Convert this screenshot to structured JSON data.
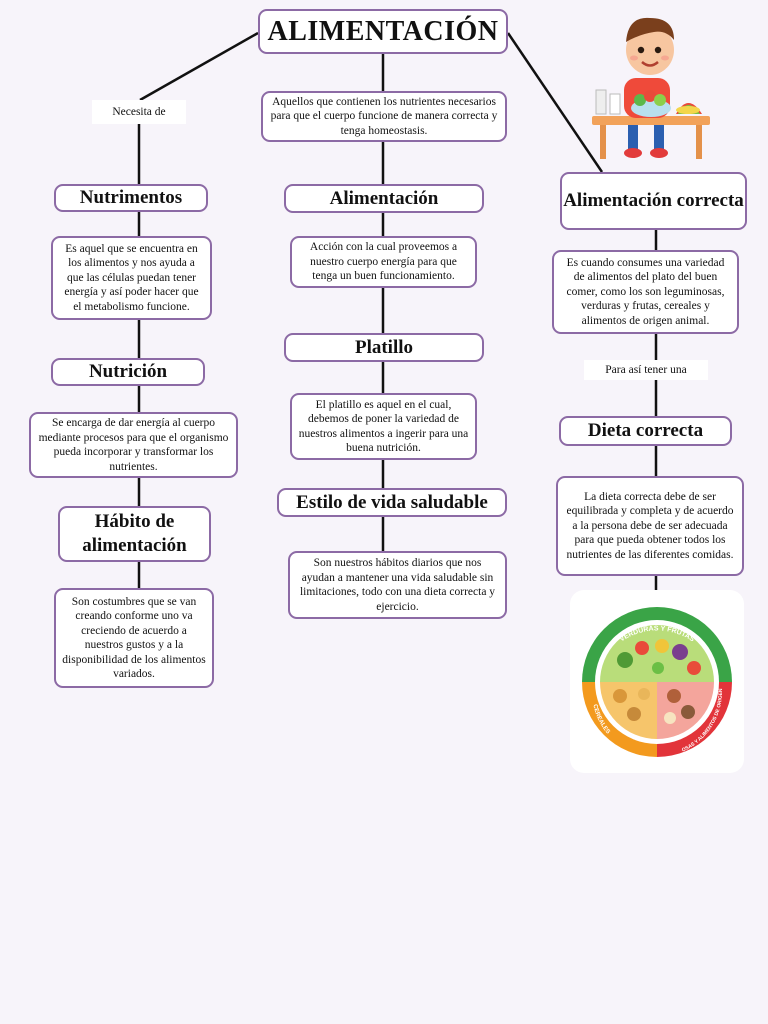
{
  "title": "ALIMENTACIÓN",
  "connector_necesita": "Necesita de",
  "connector_para_asi": "Para así tener una",
  "center_intro": "Aquellos que contienen los nutrientes necesarios para que el cuerpo funcione de manera correcta y tenga homeostasis.",
  "left": {
    "nutrimentos": "Nutrimentos",
    "nutrimentos_desc": "Es aquel que se encuentra en los alimentos y nos ayuda a que las células puedan tener energía y así poder hacer que el metabolismo funcione.",
    "nutricion": "Nutrición",
    "nutricion_desc": "Se encarga de dar energía al cuerpo mediante procesos para que el organismo pueda incorporar y transformar los nutrientes.",
    "habito": "Hábito de alimentación",
    "habito_desc": "Son costumbres que se van creando conforme uno va creciendo de acuerdo a nuestros gustos y a la disponibilidad de los alimentos variados."
  },
  "center": {
    "alimentacion": "Alimentación",
    "alimentacion_desc": "Acción con la cual proveemos a nuestro cuerpo energía para que tenga un buen funcionamiento.",
    "platillo": "Platillo",
    "platillo_desc": "El platillo es aquel en el cual, debemos de poner la variedad de nuestros alimentos a ingerir para una buena nutrición.",
    "estilo": "Estilo de vida saludable",
    "estilo_desc": "Son nuestros hábitos diarios que nos ayudan a mantener una vida saludable sin limitaciones, todo con una dieta correcta y ejercicio."
  },
  "right": {
    "alimentacion_correcta": "Alimentación correcta",
    "alimentacion_correcta_desc": "Es cuando consumes una variedad de alimentos del plato del buen comer, como los son leguminosas, verduras y frutas, cereales y alimentos de origen animal.",
    "dieta": "Dieta correcta",
    "dieta_desc": "La dieta correcta debe de ser equilibrada y completa y de acuerdo a la persona debe de ser adecuada para que pueda obtener todos los nutrientes de las diferentes comidas."
  },
  "plate": {
    "label_top": "VERDURAS Y FRUTAS",
    "label_left": "CEREALES",
    "label_right": "LEGUMINOSAS Y ALIMENTOS DE ORIGEN ANIMAL",
    "colors": {
      "green": "#3aa447",
      "orange": "#f39a1e",
      "red": "#e2343a"
    }
  },
  "icons": [
    "boy-eating-illustration-icon",
    "healthy-eating-plate-icon"
  ]
}
